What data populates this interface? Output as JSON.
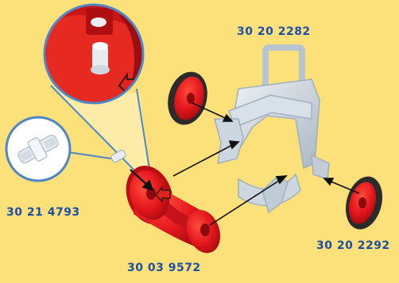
{
  "colors": {
    "background": "#fce07a",
    "label": "#1e4fa8",
    "part_red": "#e3161d",
    "frame_grey": "#c8d3dd",
    "wheel_black": "#2b2b2b"
  },
  "part_numbers": {
    "holder_frame": "30 20 2282",
    "connector_pin": "30 21 4793",
    "front_roller": "30 03 9572",
    "wheel": "30 20 2292"
  },
  "icons": {
    "zoom_callout": "magnifier-detail",
    "pin_callout": "connector-pin-closeup",
    "assembly_arrows": "insert-direction-arrows"
  }
}
